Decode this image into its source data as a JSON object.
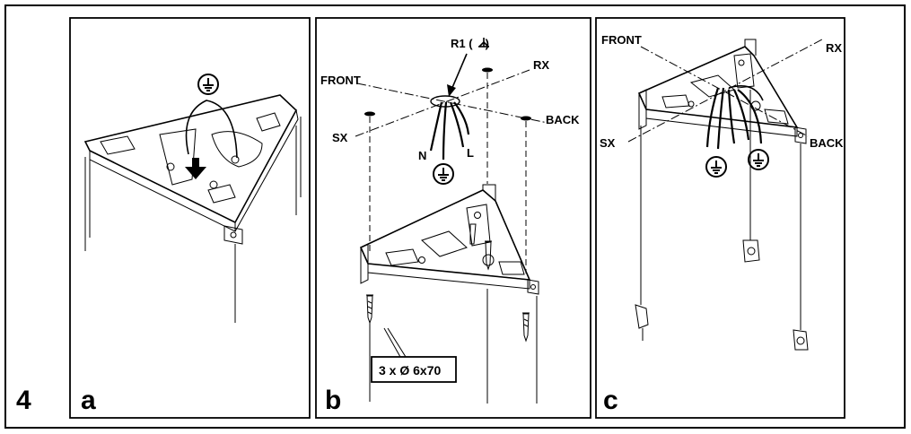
{
  "figure": {
    "step_number": "4",
    "panels": [
      {
        "letter": "a"
      },
      {
        "letter": "b",
        "axes": {
          "front": "FRONT",
          "rx": "RX",
          "sx": "SX",
          "back": "BACK"
        },
        "wires": {
          "n": "N",
          "l": "L",
          "r1": "R1 (",
          "r1_close": ")"
        },
        "screw_callout": "3 x Ø 6x70"
      },
      {
        "letter": "c",
        "axes": {
          "front": "FRONT",
          "rx": "RX",
          "sx": "SX",
          "back": "BACK"
        }
      }
    ]
  },
  "colors": {
    "ink": "#000000",
    "paper": "#ffffff"
  },
  "icons": [
    "ground-symbol-icon",
    "arrow-down-icon",
    "antenna-symbol-icon"
  ]
}
